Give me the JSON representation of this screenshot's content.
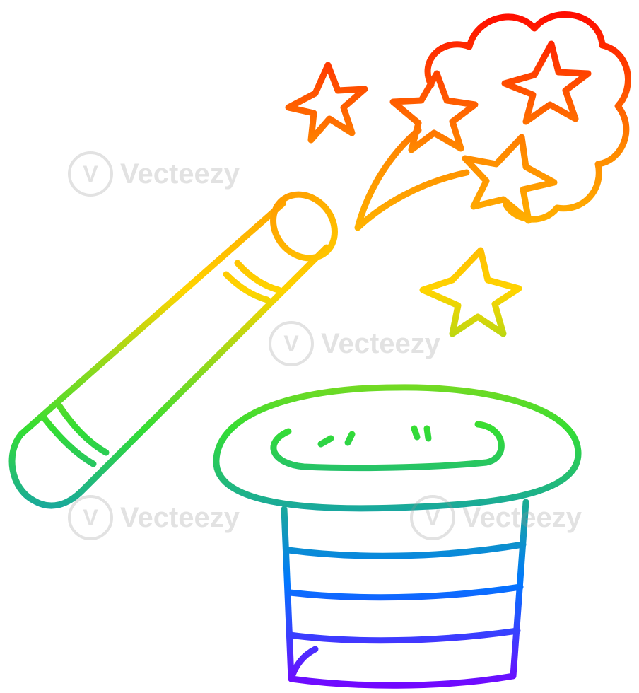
{
  "watermark": {
    "text": "Vecteezy",
    "logo_glyph": "V"
  },
  "illustration": {
    "subject": "cartoon-magic-wand-and-top-hat",
    "style": "rainbow-gradient-line-art",
    "gradient_colors": [
      "#ff0000",
      "#ff8a00",
      "#ffd400",
      "#33dd33",
      "#0044ff",
      "#7a00ff"
    ]
  }
}
